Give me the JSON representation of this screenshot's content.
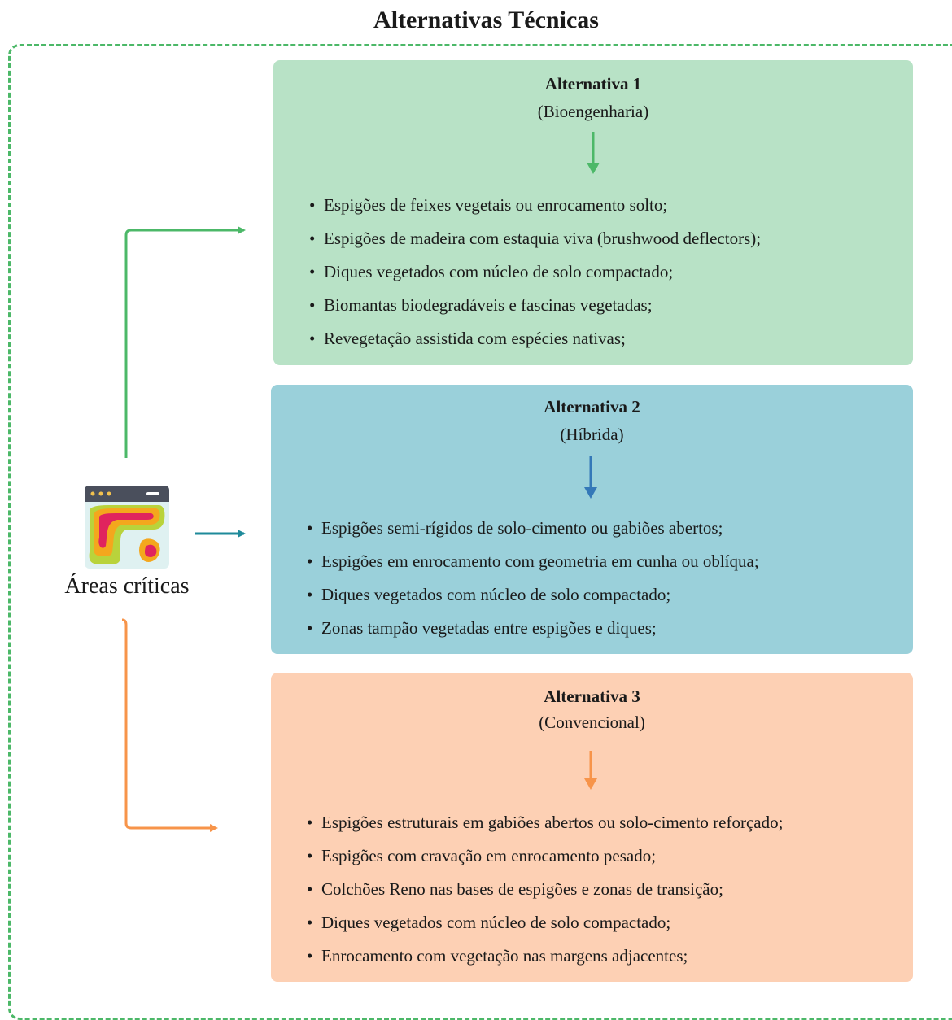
{
  "title": "Alternativas Técnicas",
  "source": {
    "label": "Áreas críticas",
    "icon": "heatmap-icon"
  },
  "colors": {
    "frame": "#4cb868",
    "alt1_fill": "#b8e2c6",
    "alt2_fill": "#9ad0da",
    "alt3_fill": "#fdd0b4",
    "arrow_green": "#4cb868",
    "arrow_teal": "#1e8a9a",
    "arrow_blue": "#3478b8",
    "arrow_orange": "#f7944a"
  },
  "alternatives": [
    {
      "title": "Alternativa 1",
      "subtitle": "(Bioengenharia)",
      "items": [
        "Espigões de feixes vegetais ou enrocamento solto;",
        "Espigões de madeira com estaquia viva (brushwood deflectors);",
        "Diques vegetados com núcleo de solo compactado;",
        "Biomantas biodegradáveis e fascinas vegetadas;",
        "Revegetação assistida com espécies nativas;"
      ]
    },
    {
      "title": "Alternativa 2",
      "subtitle": "(Híbrida)",
      "items": [
        "Espigões semi-rígidos de solo-cimento ou gabiões abertos;",
        "Espigões em enrocamento com geometria em cunha ou oblíqua;",
        "Diques vegetados com núcleo de solo compactado;",
        "Zonas tampão vegetadas entre espigões e diques;"
      ]
    },
    {
      "title": "Alternativa 3",
      "subtitle": "(Convencional)",
      "items": [
        "Espigões estruturais em gabiões abertos ou solo-cimento reforçado;",
        "Espigões com cravação em enrocamento pesado;",
        "Colchões Reno nas bases de espigões e zonas de transição;",
        "Diques vegetados com núcleo de solo compactado;",
        "Enrocamento com vegetação nas margens adjacentes;"
      ]
    }
  ]
}
